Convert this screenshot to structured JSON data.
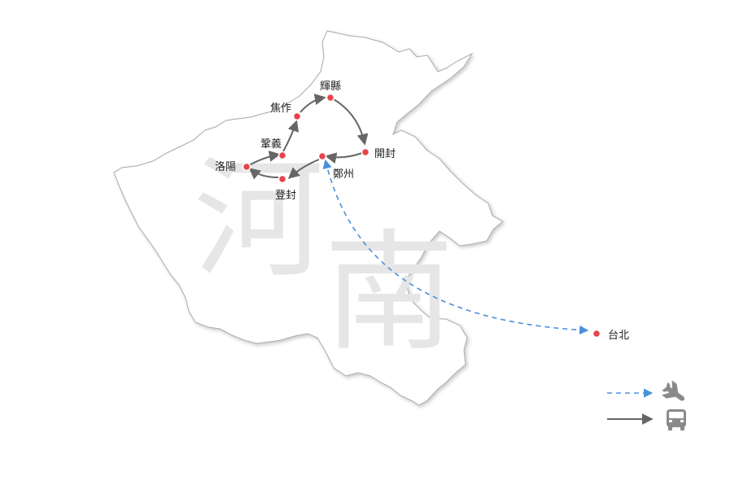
{
  "province": {
    "name_line1": "河",
    "name_line2": "南"
  },
  "cities": {
    "huixian": "輝縣",
    "jiaozuo": "焦作",
    "gongyi": "鞏義",
    "luoyang": "洛陽",
    "dengfeng": "登封",
    "zhengzhou": "鄭州",
    "kaifeng": "開封",
    "taipei": "台北"
  },
  "colors": {
    "marker": "#e8434b",
    "ground_route": "#666666",
    "flight_route": "#4a90d9",
    "map_fill": "#ffffff",
    "map_border": "#aaaaaa",
    "watermark": "#e6e6e6"
  },
  "legend": {
    "flight": {
      "icon": "airplane-icon",
      "line_style": "dashed"
    },
    "bus": {
      "icon": "bus-icon",
      "line_style": "solid"
    }
  }
}
